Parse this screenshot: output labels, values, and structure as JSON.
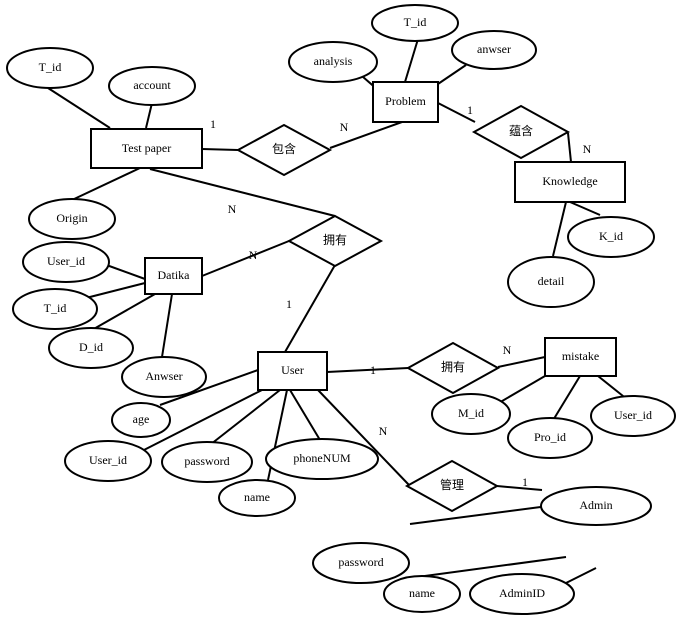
{
  "entities": [
    {
      "id": "testpaper",
      "label": "Test paper"
    },
    {
      "id": "problem",
      "label": "Problem"
    },
    {
      "id": "knowledge",
      "label": "Knowledge"
    },
    {
      "id": "datika",
      "label": "Datika"
    },
    {
      "id": "user",
      "label": "User"
    },
    {
      "id": "mistake",
      "label": "mistake"
    },
    {
      "id": "admin",
      "label": "Admin"
    }
  ],
  "relationships": [
    {
      "id": "baohan",
      "label": "包含"
    },
    {
      "id": "yunhan",
      "label": "蕴含"
    },
    {
      "id": "yongyou1",
      "label": "拥有"
    },
    {
      "id": "yongyou2",
      "label": "拥有"
    },
    {
      "id": "guanli",
      "label": "管理"
    }
  ],
  "attributes": [
    {
      "id": "tp_tid",
      "label": "T_id"
    },
    {
      "id": "tp_account",
      "label": "account"
    },
    {
      "id": "tp_origin",
      "label": "Origin"
    },
    {
      "id": "pr_tid",
      "label": "T_id"
    },
    {
      "id": "pr_analysis",
      "label": "analysis"
    },
    {
      "id": "pr_anwser",
      "label": "anwser"
    },
    {
      "id": "kn_kid",
      "label": "K_id"
    },
    {
      "id": "kn_detail",
      "label": "detail"
    },
    {
      "id": "da_userid",
      "label": "User_id"
    },
    {
      "id": "da_tid",
      "label": "T_id"
    },
    {
      "id": "da_did",
      "label": "D_id"
    },
    {
      "id": "da_anwser",
      "label": "Anwser"
    },
    {
      "id": "us_age",
      "label": "age"
    },
    {
      "id": "us_userid",
      "label": "User_id"
    },
    {
      "id": "us_password",
      "label": "password"
    },
    {
      "id": "us_phone",
      "label": "phoneNUM"
    },
    {
      "id": "us_name",
      "label": "name"
    },
    {
      "id": "mi_mid",
      "label": "M_id"
    },
    {
      "id": "mi_proid",
      "label": "Pro_id"
    },
    {
      "id": "mi_userid",
      "label": "User_id"
    },
    {
      "id": "ad_password",
      "label": "password"
    },
    {
      "id": "ad_name",
      "label": "name"
    },
    {
      "id": "ad_adminid",
      "label": "AdminID"
    }
  ],
  "cardinalities": [
    {
      "id": "c1",
      "label": "1"
    },
    {
      "id": "c2",
      "label": "N"
    },
    {
      "id": "c3",
      "label": "1"
    },
    {
      "id": "c4",
      "label": "N"
    },
    {
      "id": "c5",
      "label": "N"
    },
    {
      "id": "c6",
      "label": "N"
    },
    {
      "id": "c7",
      "label": "1"
    },
    {
      "id": "c8",
      "label": "1"
    },
    {
      "id": "c9",
      "label": "N"
    },
    {
      "id": "c10",
      "label": "N"
    },
    {
      "id": "c11",
      "label": "1"
    }
  ]
}
